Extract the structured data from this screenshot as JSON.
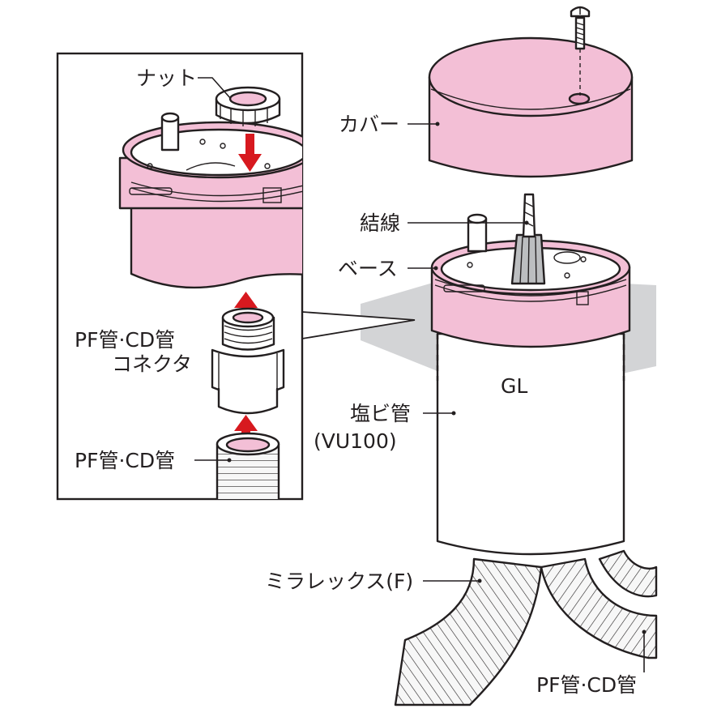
{
  "labels": {
    "nut": "ナット",
    "cover": "カバー",
    "wire": "結線",
    "base": "ベース",
    "connector_line1": "PF管·CD管",
    "connector_line2": "コネクタ",
    "gl": "GL",
    "pvc_pipe_line1": "塩ビ管",
    "pvc_pipe_line2": "(VU100)",
    "pf_cd_pipe_inset": "PF管·CD管",
    "miralex": "ミラレックス(F)",
    "pf_cd_pipe_bottom": "PF管·CD管"
  },
  "colors": {
    "pink": "#f3bfd6",
    "pink_dark": "#e7a3c2",
    "ground_gray": "#d3d4d6",
    "arrow_red": "#d7191f",
    "outline": "#231f20",
    "hose": "#f7f7f7"
  }
}
